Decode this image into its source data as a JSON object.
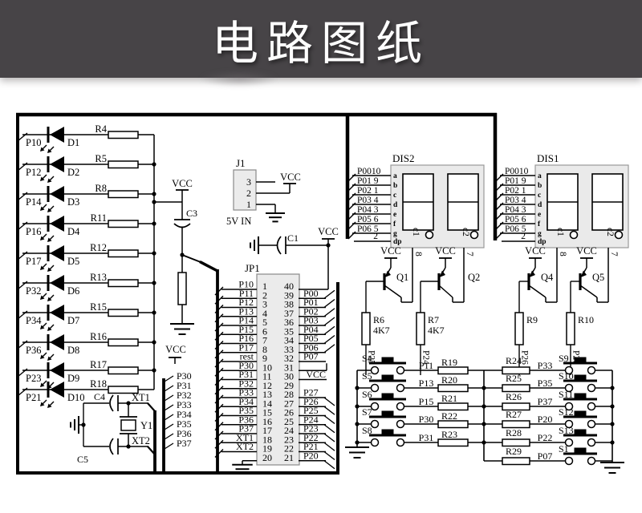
{
  "header": {
    "title": "电路图纸",
    "bg_color": "#474447",
    "text_color": "#ffffff"
  },
  "colors": {
    "line": "#000000",
    "connector_fill": "#ebebeb",
    "display_fill": "#eaeaea"
  },
  "labels": {
    "vcc": "VCC",
    "c1": "C1",
    "c3": "C3",
    "c4": "C4",
    "c5": "C5",
    "y1": "Y1",
    "xt1": "XT1",
    "xt2": "XT2"
  },
  "j1": {
    "name": "J1",
    "pins": [
      "3",
      "2",
      "1"
    ],
    "caption": "5V IN"
  },
  "led_rows": [
    {
      "port": "P10",
      "diode": "D1",
      "resistor": "R4"
    },
    {
      "port": "P12",
      "diode": "D2",
      "resistor": "R5"
    },
    {
      "port": "P14",
      "diode": "D3",
      "resistor": "R8"
    },
    {
      "port": "P16",
      "diode": "D4",
      "resistor": "R11"
    },
    {
      "port": "P17",
      "diode": "D5",
      "resistor": "R12"
    },
    {
      "port": "P32",
      "diode": "D6",
      "resistor": "R13"
    },
    {
      "port": "P34",
      "diode": "D7",
      "resistor": "R15"
    },
    {
      "port": "P36",
      "diode": "D8",
      "resistor": "R16"
    },
    {
      "port": "P23",
      "diode": "D9",
      "resistor": "R17"
    },
    {
      "port": "P21",
      "diode": "D10",
      "resistor": "R18"
    }
  ],
  "p3_labels": [
    "P30",
    "P31",
    "P32",
    "P33",
    "P34",
    "P35",
    "P36",
    "P37"
  ],
  "jp1": {
    "name": "JP1",
    "left_numbers": [
      "1",
      "2",
      "3",
      "4",
      "5",
      "6",
      "7",
      "8",
      "9",
      "10",
      "11",
      "12",
      "13",
      "14",
      "15",
      "16",
      "17",
      "18",
      "19",
      "20"
    ],
    "right_numbers": [
      "40",
      "39",
      "38",
      "37",
      "36",
      "35",
      "34",
      "33",
      "32",
      "31",
      "30",
      "29",
      "28",
      "27",
      "26",
      "25",
      "24",
      "23",
      "22",
      "21"
    ],
    "left_labels": [
      "P10",
      "P11",
      "P12",
      "P13",
      "P14",
      "P15",
      "P16",
      "P17",
      "rest",
      "P30",
      "P31",
      "P32",
      "P33",
      "P34",
      "P35",
      "P36",
      "P37",
      "XT1",
      "XT2",
      ""
    ],
    "right_labels": [
      "",
      "P00",
      "P01",
      "P02",
      "P03",
      "P04",
      "P05",
      "P06",
      "P07",
      "",
      "VCC",
      "",
      "P27",
      "P26",
      "P25",
      "P24",
      "P23",
      "P22",
      "P21",
      "P20"
    ]
  },
  "displays": [
    {
      "name": "DIS2",
      "pin_labels": [
        "P0010",
        "P01 9",
        "P02 1",
        "P03 4",
        "P04 3",
        "P05 6",
        "P06 5",
        "2"
      ],
      "segments": [
        "a",
        "b",
        "c",
        "d",
        "e",
        "f",
        "g",
        "dp"
      ],
      "commons": [
        "c1",
        "c2"
      ],
      "common_pins": [
        "8",
        "7"
      ]
    },
    {
      "name": "DIS1",
      "pin_labels": [
        "P0010",
        "P01 9",
        "P02 1",
        "P03 4",
        "P04 3",
        "P05 6",
        "P06 5",
        "2"
      ],
      "segments": [
        "a",
        "b",
        "c",
        "d",
        "e",
        "f",
        "g",
        "dp"
      ],
      "commons": [
        "c1",
        "c2"
      ],
      "common_pins": [
        "8",
        "7"
      ]
    }
  ],
  "drivers": [
    {
      "name": "Q1",
      "resistor": "R6",
      "value": "4K7",
      "port": "P25"
    },
    {
      "name": "Q2",
      "resistor": "R7",
      "value": "4K7",
      "port": "P24"
    },
    {
      "name": "Q4",
      "resistor": "R9",
      "value": "",
      "port": "P26"
    },
    {
      "name": "Q5",
      "resistor": "R10",
      "value": "",
      "port": "P27"
    }
  ],
  "keypad_left": [
    {
      "switch": "S4",
      "port": "P11",
      "resistor": "R19"
    },
    {
      "switch": "S5",
      "port": "P13",
      "resistor": "R20"
    },
    {
      "switch": "S6",
      "port": "P15",
      "resistor": "R21"
    },
    {
      "switch": "S7",
      "port": "P30",
      "resistor": "R22"
    },
    {
      "switch": "S8",
      "port": "P31",
      "resistor": "R23"
    }
  ],
  "keypad_right": [
    {
      "resistor": "R24",
      "port": "P33",
      "switch": "S9"
    },
    {
      "resistor": "R25",
      "port": "P35",
      "switch": "S10"
    },
    {
      "resistor": "R26",
      "port": "P37",
      "switch": "S11"
    },
    {
      "resistor": "R27",
      "port": "P20",
      "switch": "S12"
    },
    {
      "resistor": "R28",
      "port": "P22",
      "switch": "S13"
    },
    {
      "resistor": "R29",
      "port": "P07",
      "switch": "S1"
    }
  ]
}
